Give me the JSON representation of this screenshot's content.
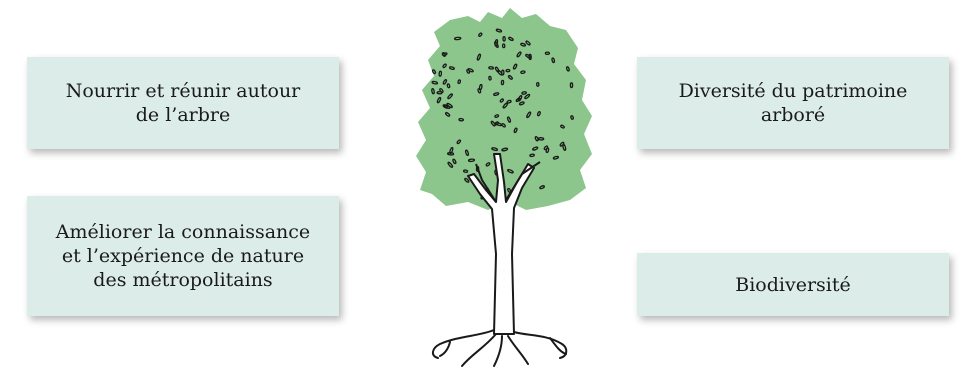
{
  "cards": {
    "top_left": {
      "lines": [
        "Nourrir et réunir autour",
        "de l’arbre"
      ]
    },
    "middle_left": {
      "lines": [
        "Améliorer la connaissance",
        "et l’expérience de nature",
        "des métropolitains"
      ]
    },
    "top_right": {
      "lines": [
        "Diversité du patrimoine",
        "arboré"
      ]
    },
    "bottom_right": {
      "lines": [
        "Biodiversité"
      ]
    }
  },
  "colors": {
    "card_background": "#dcece8",
    "foliage": "#8cc68c",
    "ink": "#1a1a1a"
  },
  "icons": {
    "center": "tree-illustration"
  }
}
